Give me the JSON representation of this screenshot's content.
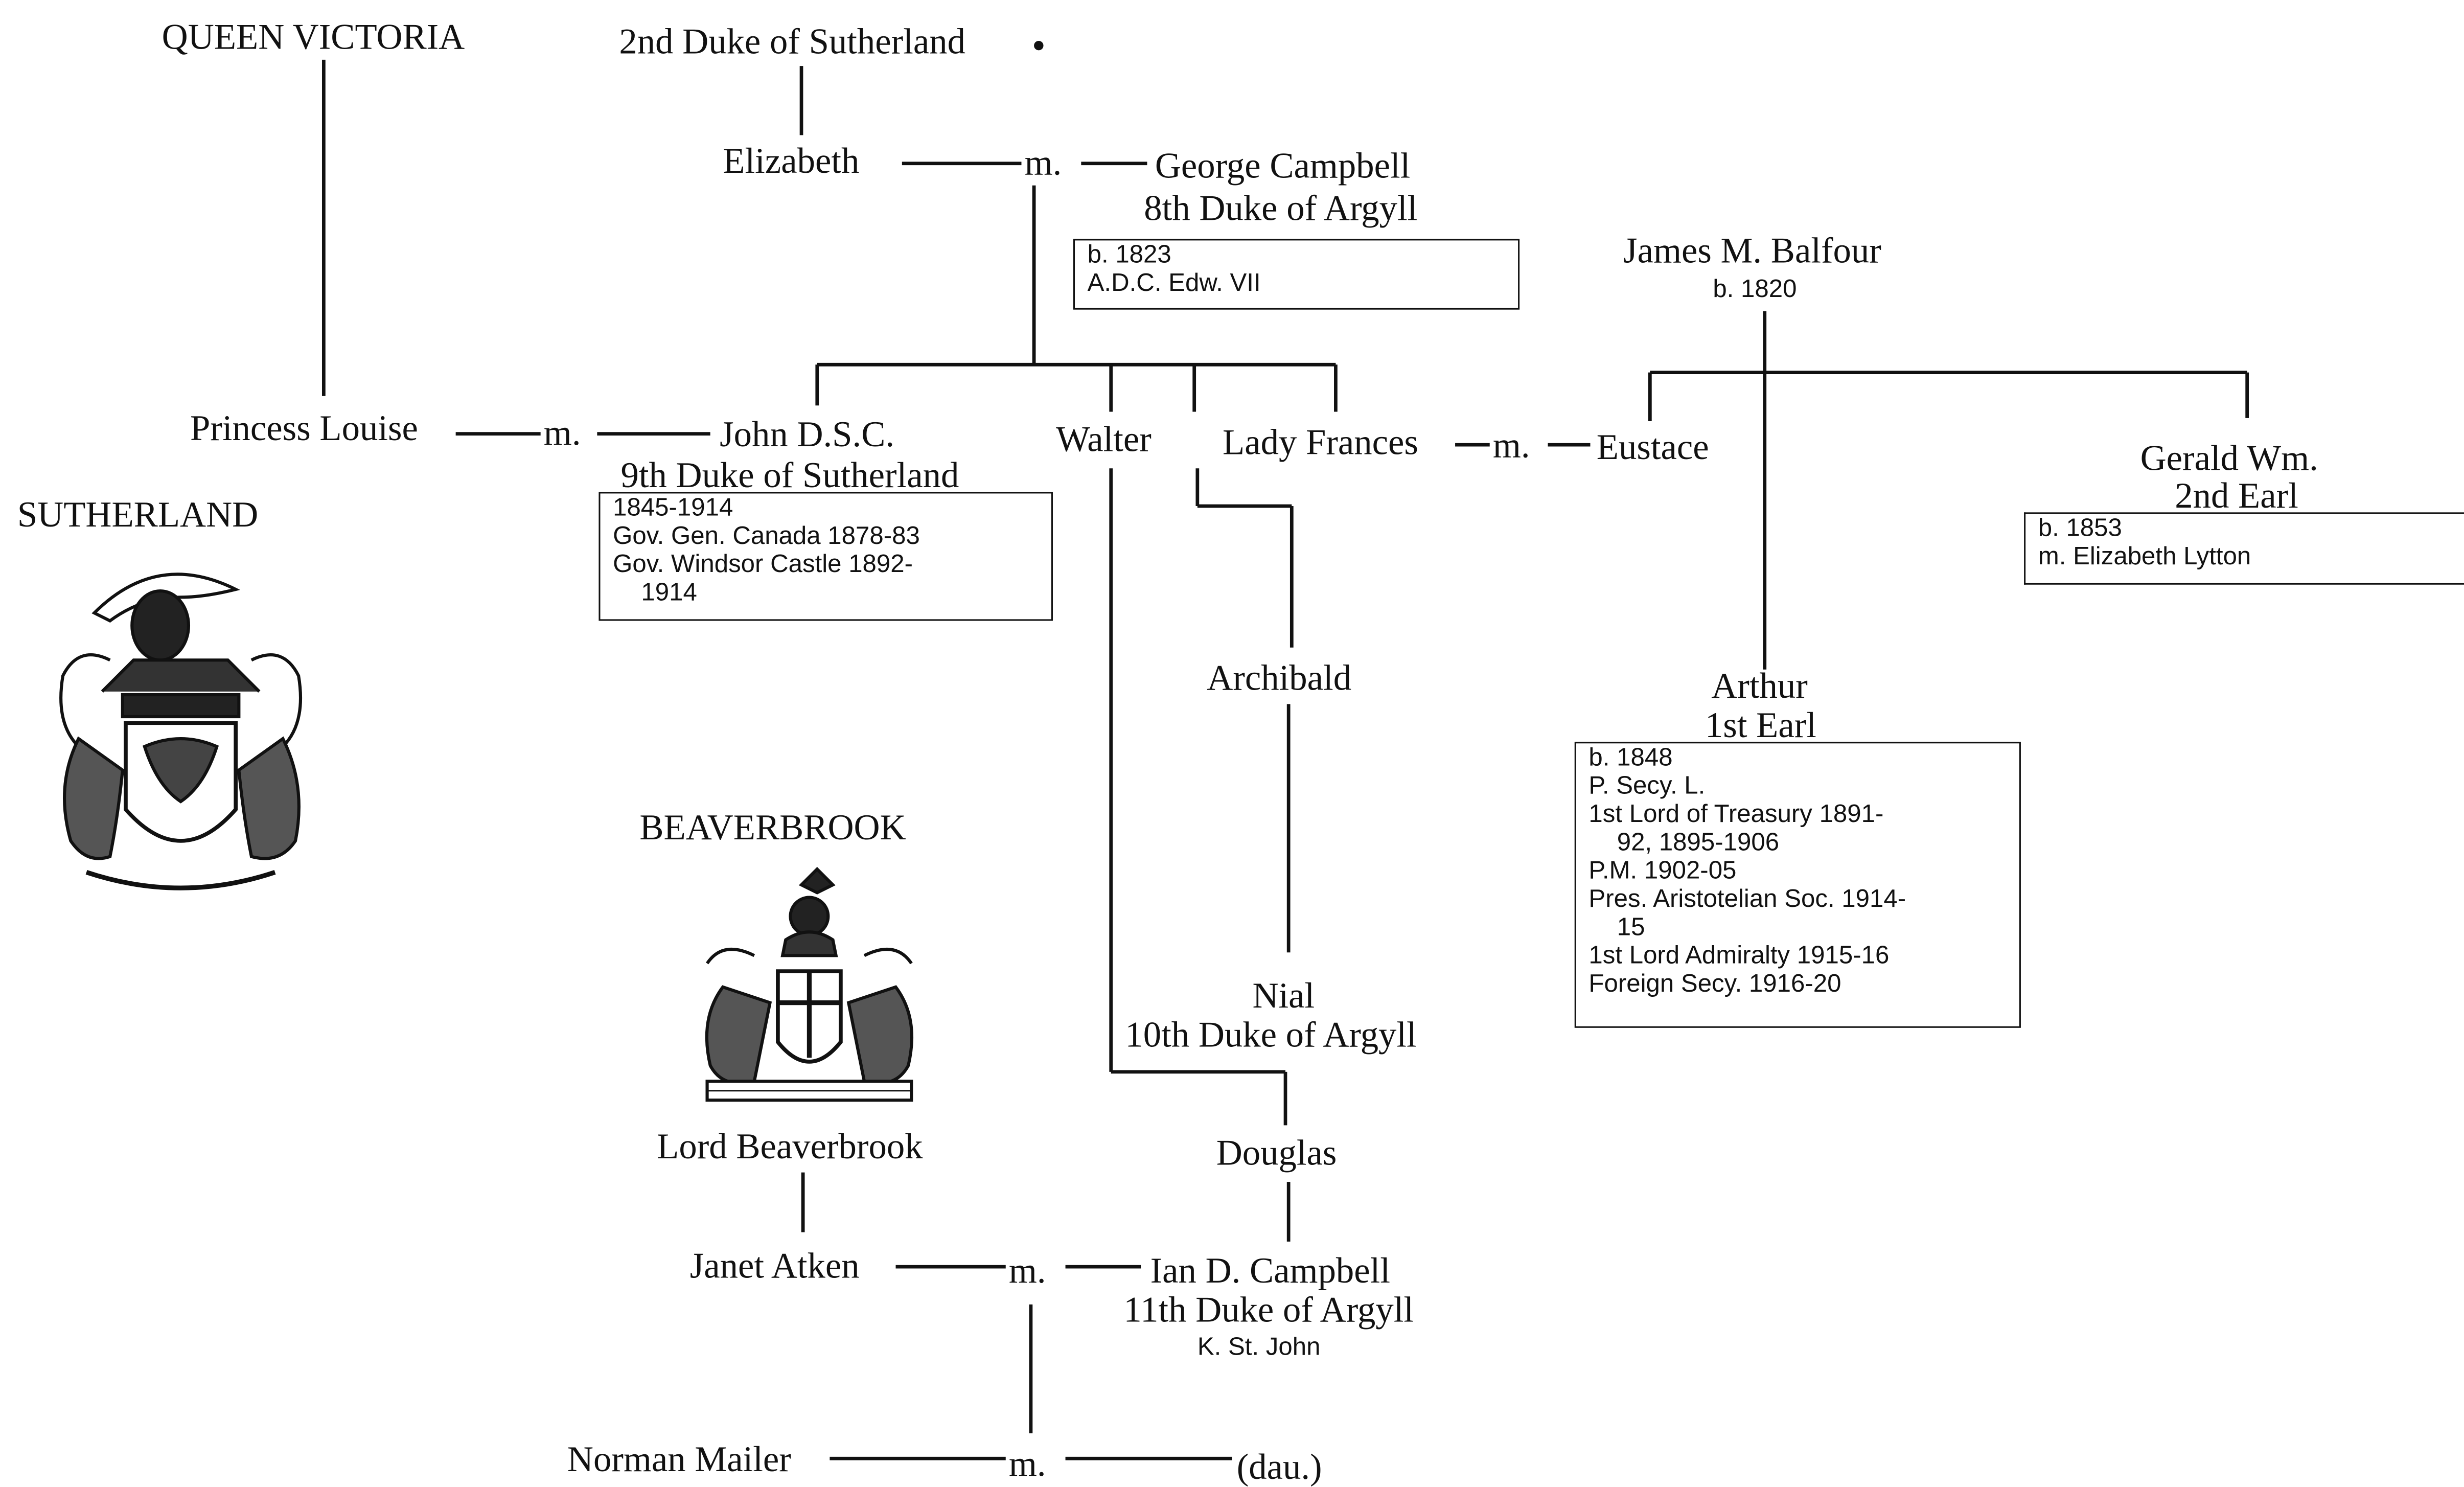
{
  "people": {
    "queen_victoria": "QUEEN VICTORIA",
    "duke2_sutherland": "2nd Duke of Sutherland",
    "elizabeth": "Elizabeth",
    "george_campbell": "George Campbell",
    "george_title": "8th Duke of Argyll",
    "james_balfour": "James M. Balfour",
    "james_born": "b. 1820",
    "princess_louise": "Princess Louise",
    "john": "John D.S.C.",
    "john_title": "9th Duke of Sutherland",
    "walter": "Walter",
    "lady_frances": "Lady Frances",
    "eustace": "Eustace",
    "gerald": "Gerald Wm.",
    "gerald_title": "2nd Earl",
    "archibald": "Archibald",
    "arthur": "Arthur",
    "arthur_title": "1st Earl",
    "nial": "Nial",
    "nial_title": "10th Duke of Argyll",
    "douglas": "Douglas",
    "lord_beaverbrook": "Lord Beaverbrook",
    "janet_atken": "Janet Atken",
    "ian_campbell": "Ian D. Campbell",
    "ian_title": "11th Duke of Argyll",
    "ian_note": "K. St. John",
    "norman_mailer": "Norman Mailer",
    "dau": "(dau.)"
  },
  "marriage_marker": "m.",
  "headings": {
    "sutherland": "SUTHERLAND",
    "beaverbrook": "BEAVERBROOK"
  },
  "notes": {
    "george": [
      "b. 1823",
      "A.D.C. Edw. VII"
    ],
    "john": [
      "1845-1914",
      "Gov. Gen. Canada 1878-83",
      "Gov.  Windsor Castle 1892-",
      "1914"
    ],
    "gerald": [
      "b. 1853",
      "m. Elizabeth Lytton"
    ],
    "arthur": [
      "b. 1848",
      "P. Secy. L.",
      "1st Lord of Treasury 1891-",
      "92, 1895-1906",
      "P.M. 1902-05",
      "Pres. Aristotelian Soc. 1914-",
      "15",
      "1st Lord Admiralty 1915-16",
      "Foreign Secy. 1916-20"
    ]
  },
  "crest_icons": {
    "sutherland": "sutherland-coat-of-arms",
    "beaverbrook": "beaverbrook-coat-of-arms"
  },
  "colors": {
    "ink": "#111111",
    "paper": "#ffffff"
  }
}
